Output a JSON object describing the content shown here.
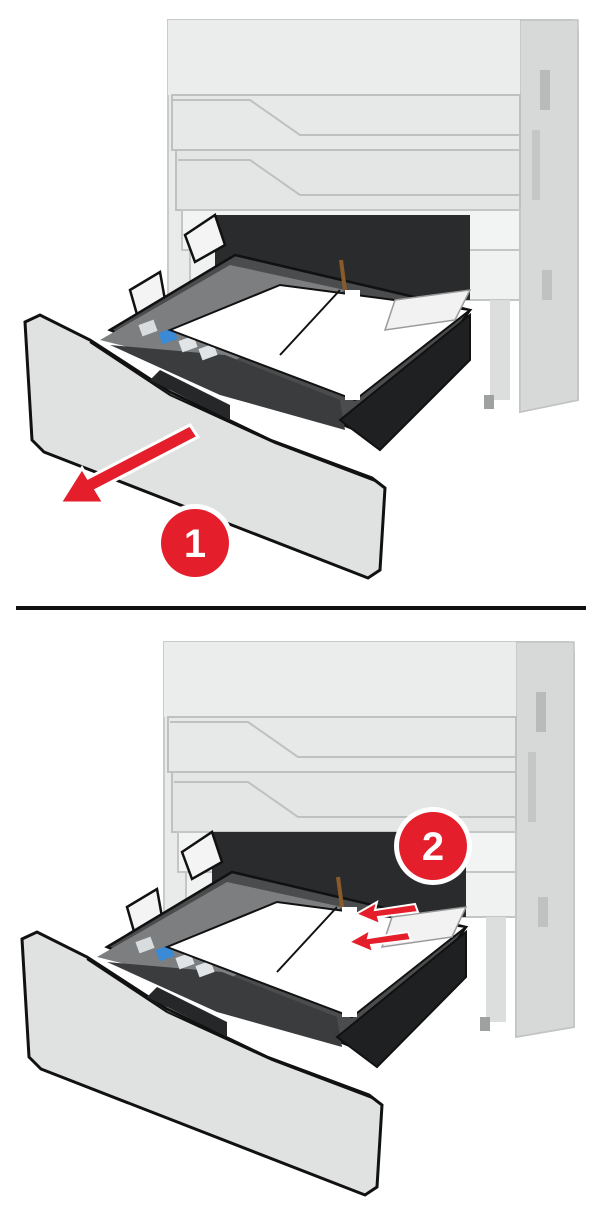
{
  "steps": [
    {
      "number": "1",
      "action": "pull-tray-out"
    },
    {
      "number": "2",
      "action": "remove-jammed-paper"
    }
  ],
  "colors": {
    "accent_red": "#e41e2b",
    "printer_body": "#e6e7e6",
    "tray_dark": "#3a3c3d",
    "paper": "#ffffff",
    "outline": "#111111"
  }
}
